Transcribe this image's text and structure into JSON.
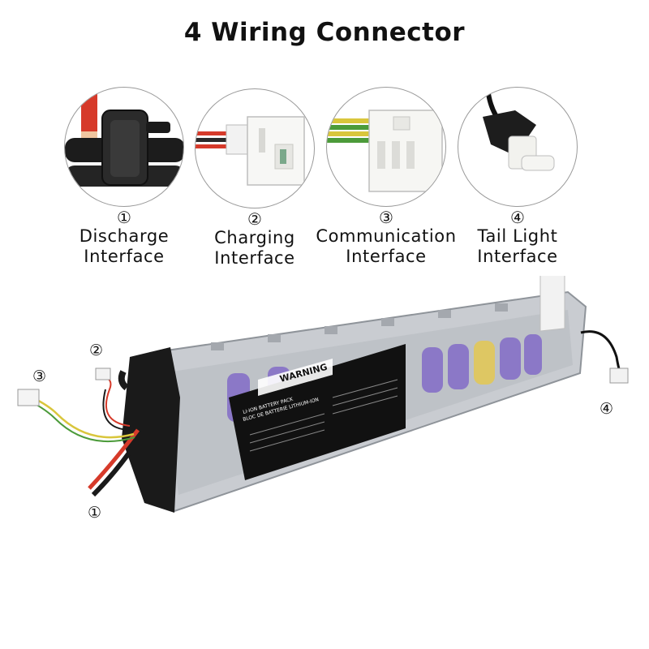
{
  "title": "4 Wiring Connector",
  "connectors": [
    {
      "number": "①",
      "label": "Discharge\nInterface",
      "icon": "discharge-connector-icon"
    },
    {
      "number": "②",
      "label": "Charging\nInterface",
      "icon": "charging-connector-icon"
    },
    {
      "number": "③",
      "label": "Communication\nInterface",
      "icon": "communication-connector-icon"
    },
    {
      "number": "④",
      "label": "Tail Light\nInterface",
      "icon": "tail-light-connector-icon"
    }
  ],
  "battery": {
    "warning_title": "WARNING",
    "pack_type": "LI-ION BATTERY PACK",
    "pack_type_fr": "BLOC DE BATTERIE LITHIUM-ION",
    "markers": [
      "①",
      "②",
      "③",
      "④"
    ]
  },
  "colors": {
    "cell_purple": "#7a5fc7",
    "cell_yellow": "#e6c84a",
    "wire_red": "#d63a2a",
    "wire_black": "#1a1a1a",
    "wire_yellow": "#d9c63c",
    "wire_green": "#4c9b3a"
  }
}
